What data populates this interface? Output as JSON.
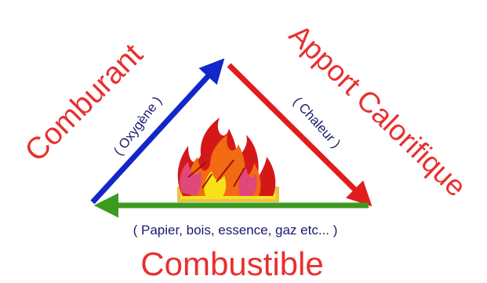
{
  "diagram": {
    "labels": {
      "comburant": "Comburant",
      "oxygene": "( Oxygène )",
      "apport": "Apport Calorifique",
      "chaleur": "( Chaleur )",
      "combustible": "Combustible",
      "combustible_examples": "( Papier, bois, essence, gaz etc... )"
    },
    "colors": {
      "label_red": "#e8302f",
      "label_navy": "#1a1a6e",
      "arrow_blue": "#1326c8",
      "arrow_red": "#e21c1c",
      "arrow_green": "#3c9a1e",
      "flame_red": "#d41818",
      "flame_orange": "#f26a12",
      "flame_pink": "#e0477a",
      "flame_yellow": "#f7e21a",
      "flame_base": "#e8c24a"
    }
  }
}
